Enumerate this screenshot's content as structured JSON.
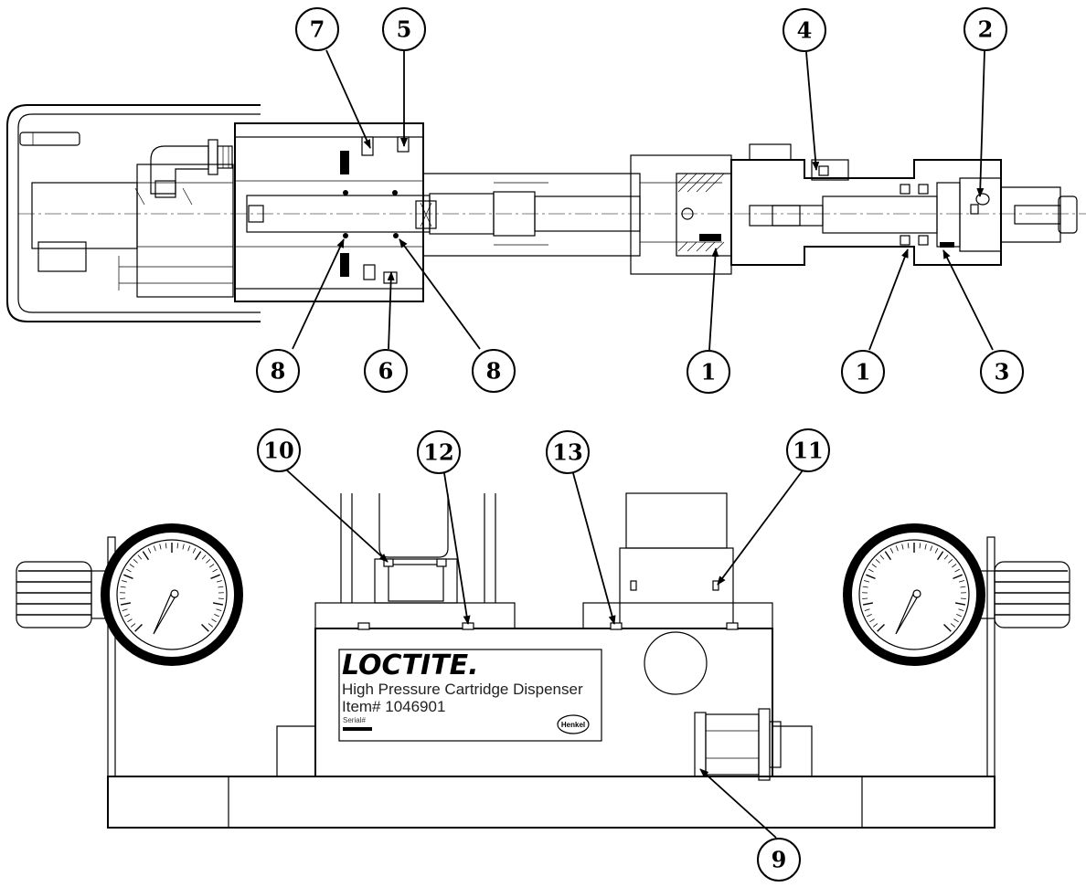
{
  "callouts": {
    "c7": "7",
    "c5": "5",
    "c4": "4",
    "c2": "2",
    "c8a": "8",
    "c6": "6",
    "c8b": "8",
    "c1a": "1",
    "c1b": "1",
    "c3": "3",
    "c10": "10",
    "c12": "12",
    "c13": "13",
    "c11": "11",
    "c9": "9"
  },
  "nameplate": {
    "brand": "LOCTITE.",
    "product": "High Pressure Cartridge Dispenser",
    "item": "Item# 1046901",
    "serial_label": "Serial#",
    "maker_logo": "Henkel"
  },
  "icons": {
    "pressure_gauge": "gauge-icon",
    "arrowhead": "arrowhead-icon"
  }
}
